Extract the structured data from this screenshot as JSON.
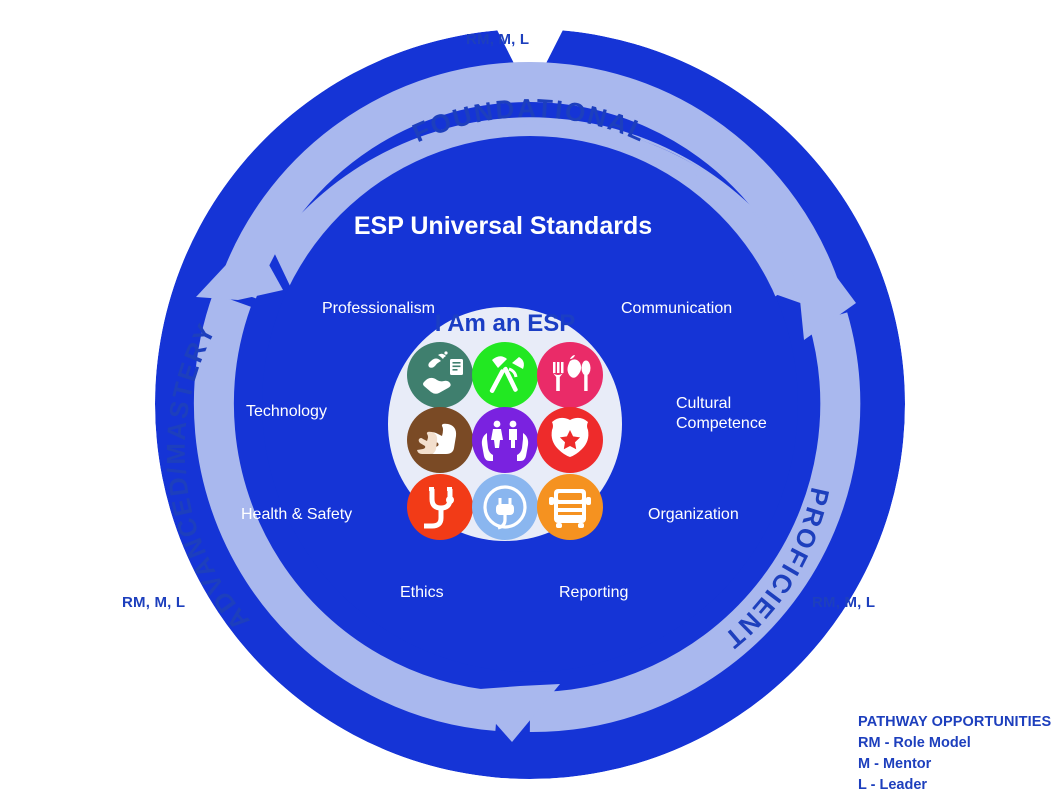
{
  "diagram": {
    "title": "ESP Universal Standards",
    "center_title": "I Am an ESP",
    "colors": {
      "outer_ring": "#1534d6",
      "inner_ring": "#a9b8ee",
      "center_circle": "#e8ecf8",
      "ring_text": "#1d3fbd",
      "white_text": "#ffffff",
      "background": "#ffffff"
    },
    "pathway_markers": [
      {
        "id": "top",
        "text": "RM, M, L"
      },
      {
        "id": "left",
        "text": "RM, M, L"
      },
      {
        "id": "right",
        "text": "RM, M, L"
      }
    ],
    "stages": [
      {
        "id": "foundational",
        "label": "FOUNDATIONAL"
      },
      {
        "id": "proficient",
        "label": "PROFICIENT"
      },
      {
        "id": "advanced",
        "label": "ADVANCED/MASTERY"
      }
    ],
    "standards": [
      {
        "id": "professionalism",
        "label": "Professionalism"
      },
      {
        "id": "technology",
        "label": "Technology"
      },
      {
        "id": "health-safety",
        "label": "Health & Safety"
      },
      {
        "id": "ethics",
        "label": "Ethics"
      },
      {
        "id": "reporting",
        "label": "Reporting"
      },
      {
        "id": "organization",
        "label": "Organization"
      },
      {
        "id": "cultural-competence",
        "label": "Cultural\nCompetence"
      },
      {
        "id": "cultural-line-1",
        "label": "Cultural"
      },
      {
        "id": "cultural-line-2",
        "label": "Competence"
      },
      {
        "id": "communication",
        "label": "Communication"
      }
    ],
    "career_icons": [
      {
        "id": "clerical-services",
        "icon": "handshake-phone-clipboard-icon",
        "color": "#3f7f6e"
      },
      {
        "id": "maintenance",
        "icon": "shovel-rake-icon",
        "color": "#22e822"
      },
      {
        "id": "food-services",
        "icon": "fork-apple-spoon-icon",
        "color": "#ea2b68"
      },
      {
        "id": "custodial-services",
        "icon": "helping-hands-icon",
        "color": "#7a4a25"
      },
      {
        "id": "paraeducators",
        "icon": "hands-holding-children-icon",
        "color": "#7a22e0"
      },
      {
        "id": "security-services",
        "icon": "police-badge-star-icon",
        "color": "#ee2b2b"
      },
      {
        "id": "health-services",
        "icon": "stethoscope-icon",
        "color": "#f23b17"
      },
      {
        "id": "technical-services",
        "icon": "power-plug-icon",
        "color": "#8ab6ef"
      },
      {
        "id": "transportation",
        "icon": "school-bus-icon",
        "color": "#f59220"
      }
    ]
  },
  "legend": {
    "title": "PATHWAY OPPORTUNITIES",
    "entries": [
      {
        "abbr": "RM",
        "text": "RM - Role Model"
      },
      {
        "abbr": "M",
        "text": "M - Mentor"
      },
      {
        "abbr": "L",
        "text": "L - Leader"
      }
    ]
  }
}
